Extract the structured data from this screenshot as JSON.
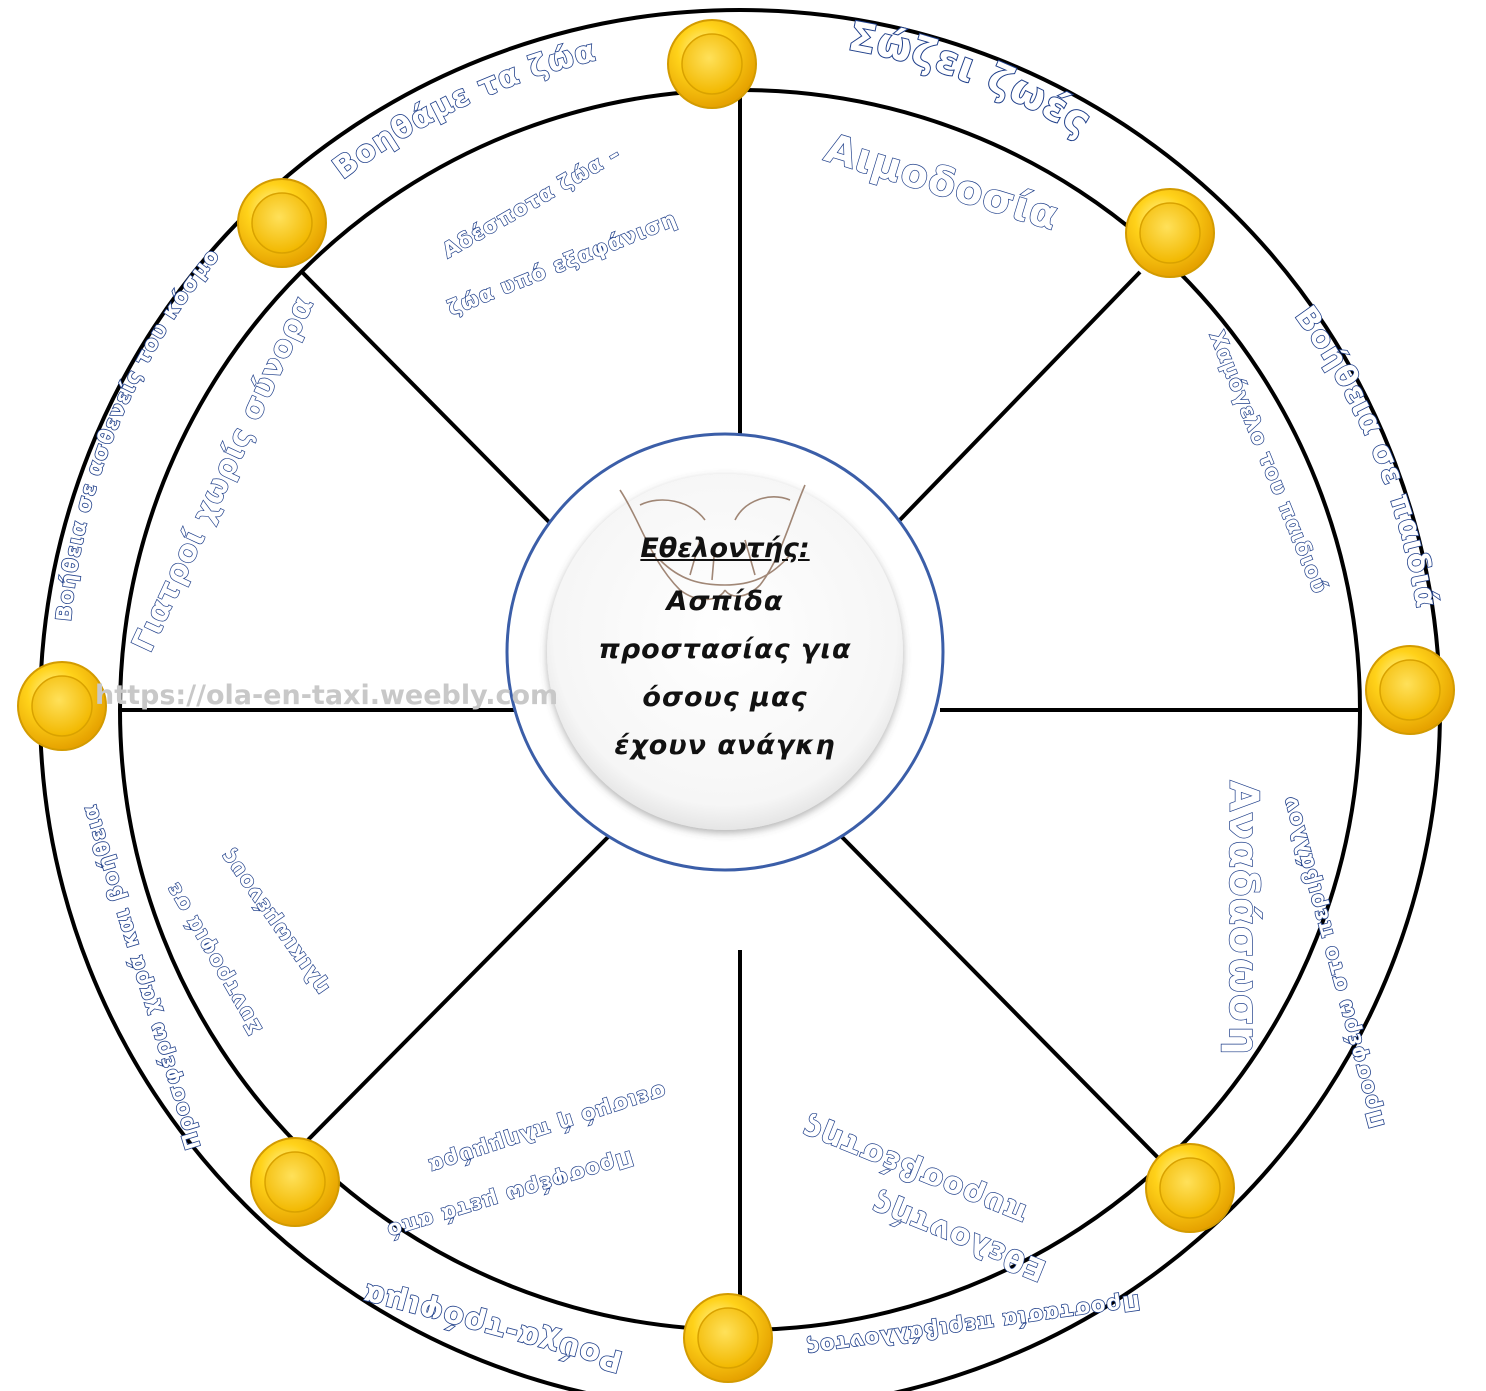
{
  "center": {
    "title": "Εθελοντής:",
    "line1": "Ασπίδα",
    "line2": "προστασίας για",
    "line3": "όσους μας",
    "line4": "έχουν ανάγκη"
  },
  "watermark": "https://ola-en-taxi.weebly.com",
  "outer_ring": {
    "top_right": "Σώζει ζωές",
    "top_left": "Βοηθάμε τα ζώα",
    "right_upper": "Βοήθεια σε παιδιά",
    "right_lower": "Προσφέρω στο περιβάλλον",
    "bottom_right": "Προστασία περιβάλλοντος",
    "bottom_left": "Ρούχα-τρόφιμα",
    "left_lower": "Προσφέρω χαρά και βοήθεια",
    "left_upper": "Βοήθεια σε ασθενείς του κόσμου"
  },
  "segments": {
    "top_right": "Αιμοδοσία",
    "top_left_line1": "Αδέσποτα ζώα –",
    "top_left_line2": "ζώα υπό εξαφάνιση",
    "right_upper": "Χαμόγελο του παιδιού",
    "right_lower": "Αναδάσωση",
    "bottom_right_line1": "πυροσβέστης",
    "bottom_right_line2": "Εθελοντής",
    "bottom_left_line1": "σεισμό ή πλημμύρα",
    "bottom_left_line2": "Προσφέρω μετά από",
    "left_lower_line1": "Συντροφιά σε",
    "left_lower_line2": "ηλικιωμένους",
    "left_upper": "Γιατροί χωρίς σύνορα"
  },
  "colors": {
    "ring_stroke": "#000000",
    "text_fill": "#ffffff",
    "text_outline": "#1f3f8a",
    "bead": "#ffd21a",
    "bead_edge": "#e0a800",
    "center_border": "#3b5ea8"
  }
}
